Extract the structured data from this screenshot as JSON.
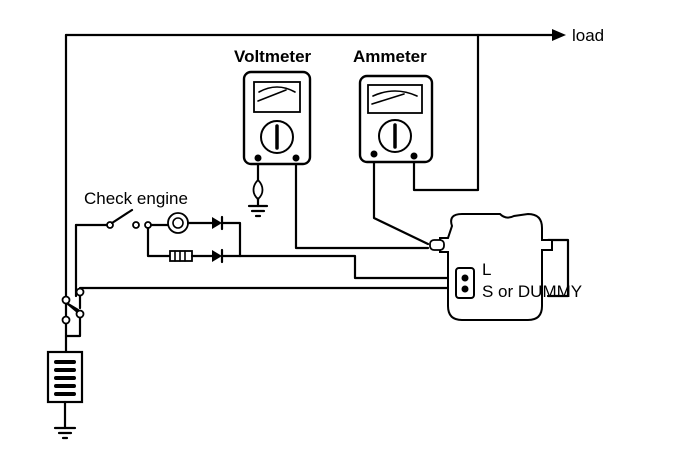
{
  "labels": {
    "load": "load",
    "voltmeter": "Voltmeter",
    "ammeter": "Ammeter",
    "check_engine": "Check engine",
    "terminal_l": "L",
    "terminal_s": "S or DUMMY"
  }
}
